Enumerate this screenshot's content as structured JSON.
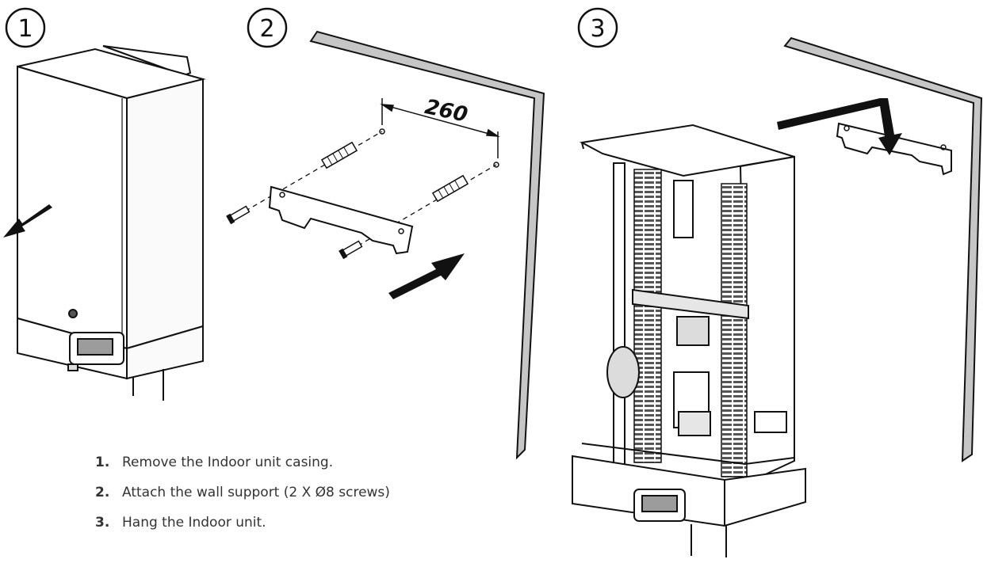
{
  "step_badges": [
    "1",
    "2",
    "3"
  ],
  "dimension": {
    "value": "260"
  },
  "steps": [
    {
      "number": "1.",
      "text": "Remove the Indoor unit casing."
    },
    {
      "number": "2.",
      "text": "Attach the wall support (2 X Ø8 screws)"
    },
    {
      "number": "3.",
      "text": "Hang the Indoor unit."
    }
  ]
}
